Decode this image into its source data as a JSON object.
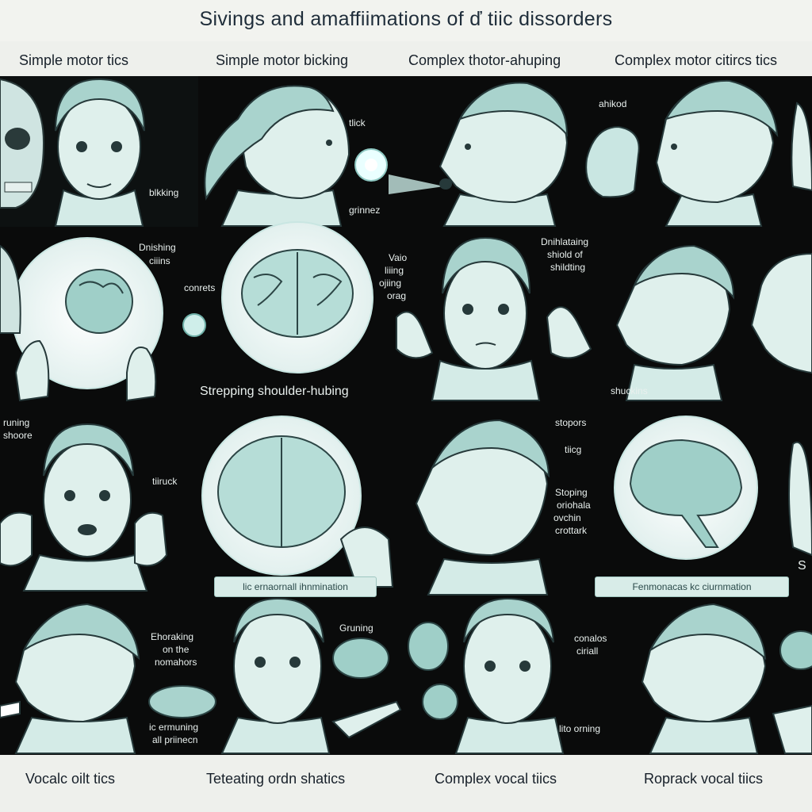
{
  "title": "Sivings and amaffiimations of ď tiic dissorders",
  "column_headers": [
    "Simple motor tics",
    "Simple motor bicking",
    "Complex thotor-ahuping",
    "Complex motor citircs tics"
  ],
  "row1_labels": [
    "blkking",
    "tlick",
    "grinnez",
    "ahikod"
  ],
  "row2_labels": [
    "Dnishing",
    "ciiins",
    "conrets",
    "Vaio",
    "liiing",
    "ojiing",
    "orag",
    "Dnihlataing",
    "shiold of",
    "shildting",
    "Strepping shoulder-hubing",
    "shuckins"
  ],
  "row3_labels": [
    "runing",
    "shoore",
    "tiiruck",
    "stopors",
    "tiicg",
    "Stoping",
    "oriohala",
    "ovchin",
    "crottark",
    "S"
  ],
  "row3_captions": [
    "lic ernaornall ihnmination",
    "Fenmonacas kc ciurnmation"
  ],
  "row4_labels": [
    "Ehoraking",
    "on the",
    "nomahors",
    "Gruning",
    "ic ermuning",
    "all priinecn",
    "conalos",
    "ciriall",
    "lito orning"
  ],
  "footer_labels": [
    "Vocalc oilt tics",
    "Teteating ordn shatics",
    "Complex vocal tiics",
    "Roprack vocal tiics"
  ],
  "colors": {
    "panel": "#f2f3ef",
    "background": "#0a0b0b",
    "art": "#bfe0dc",
    "ink": "#17202a"
  }
}
